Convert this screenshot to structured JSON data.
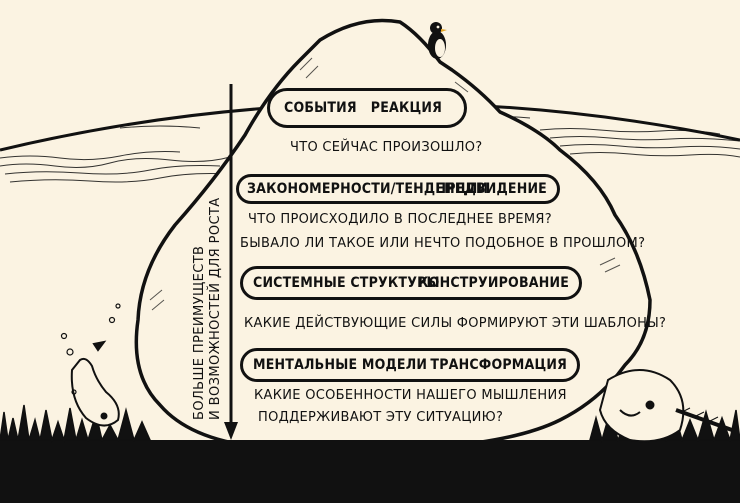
{
  "levels": [
    {
      "left": "СОБЫТИЯ",
      "right": "РЕАКЦИЯ",
      "question": "ЧТО СЕЙЧАС ПРОИЗОШЛО?"
    },
    {
      "left": "ЗАКОНОМЕРНОСТИ/ТЕНДЕНЦИИ",
      "right": "ПРЕДВИДЕНИЕ",
      "question": "ЧТО ПРОИСХОДИЛО В ПОСЛЕДНЕЕ ВРЕМЯ?",
      "question2": "БЫВАЛО ЛИ ТАКОЕ ИЛИ НЕЧТО ПОДОБНОЕ В ПРОШЛОМ?"
    },
    {
      "left": "СИСТЕМНЫЕ СТРУКТУРЫ",
      "right": "КОНСТРУИРОВАНИЕ",
      "question": "КАКИЕ ДЕЙСТВУЮЩИЕ СИЛЫ ФОРМИРУЮТ ЭТИ ШАБЛОНЫ?"
    },
    {
      "left": "МЕНТАЛЬНЫЕ МОДЕЛИ",
      "right": "ТРАНСФОРМАЦИЯ",
      "question": "КАКИЕ ОСОБЕННОСТИ НАШЕГО МЫШЛЕНИЯ",
      "question2": "ПОДДЕРЖИВАЮТ ЭТУ СИТУАЦИЮ?"
    }
  ],
  "arrow_text": {
    "line1": "БОЛЬШЕ ПРЕИМУЩЕСТВ",
    "line2": "И ВОЗМОЖНОСТЕЙ ДЛЯ РОСТА"
  }
}
